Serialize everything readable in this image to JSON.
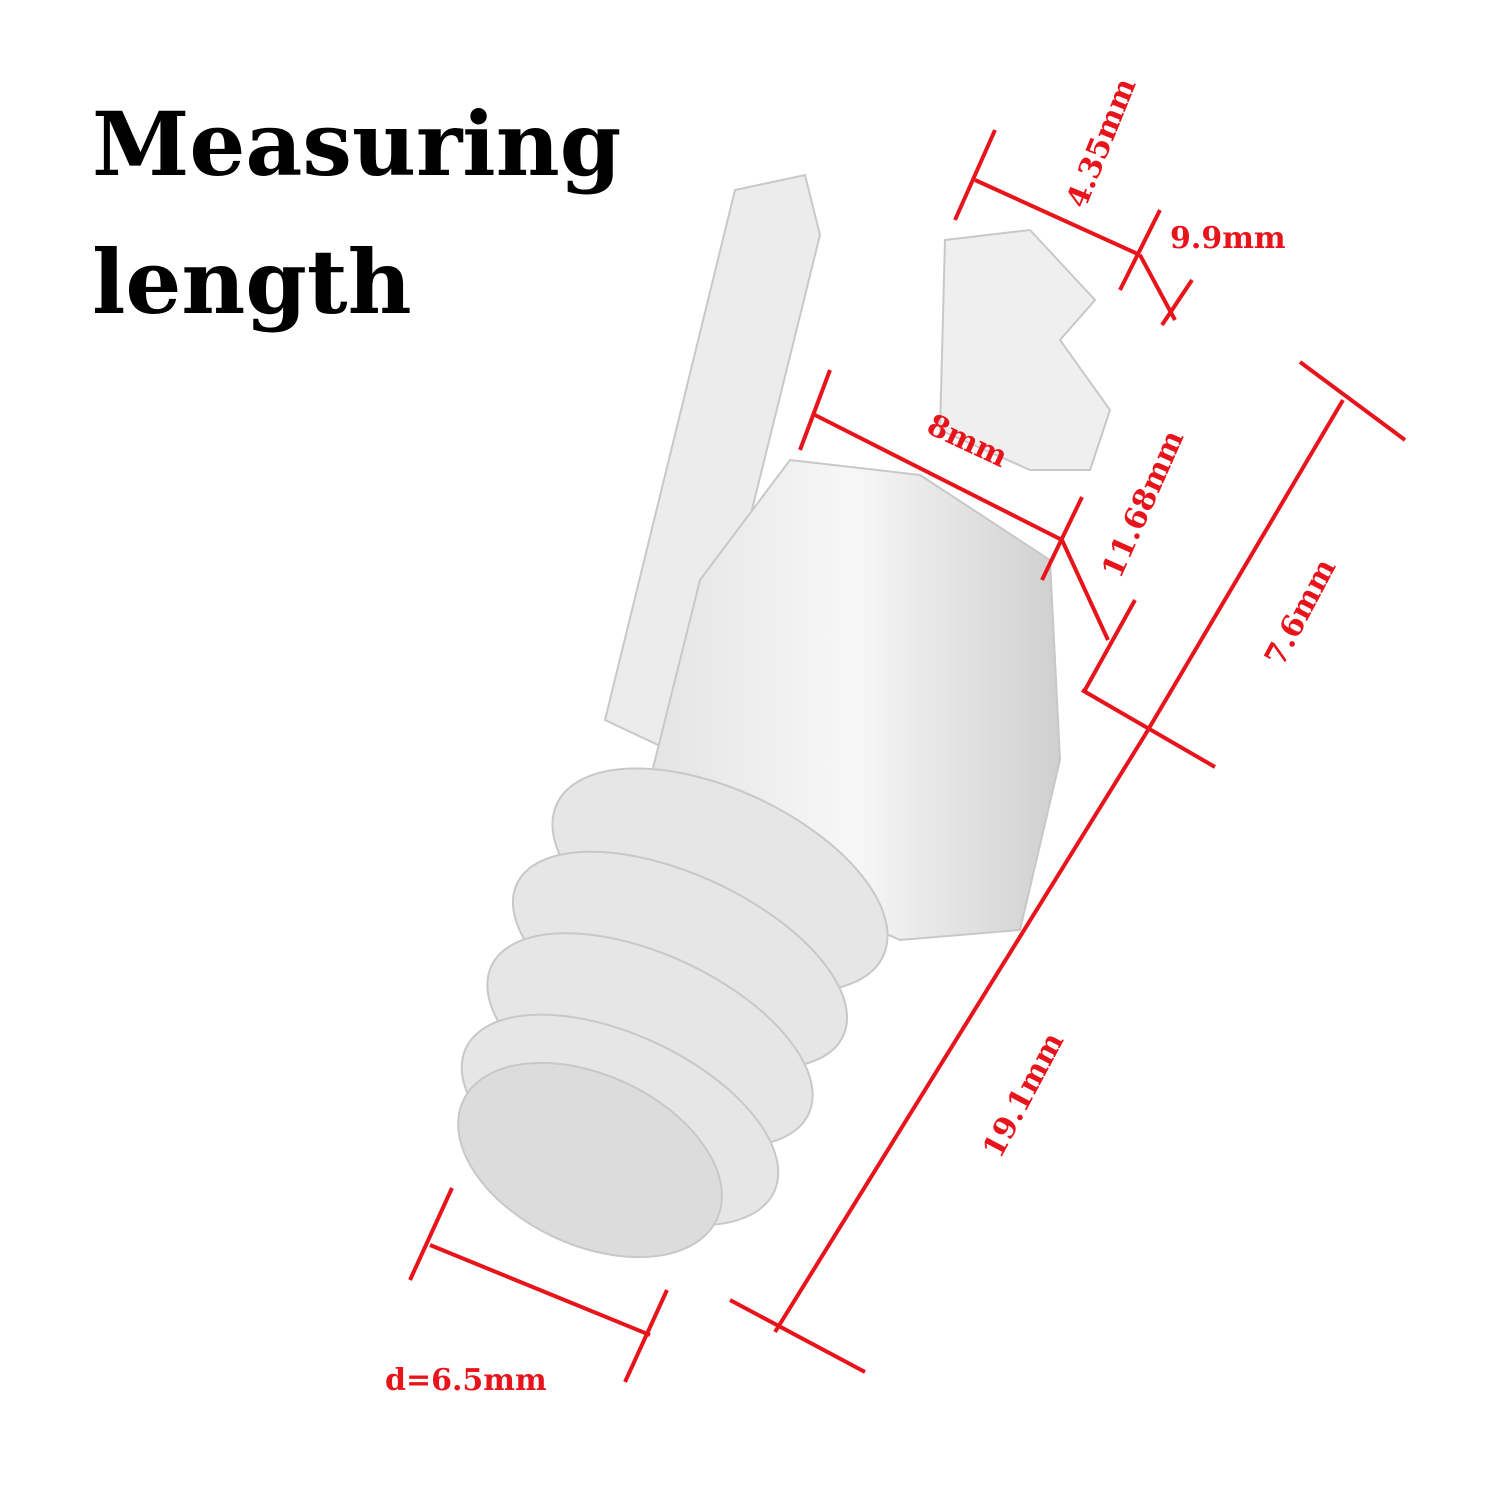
{
  "title": {
    "line1": "Measuring",
    "line2": "length"
  },
  "dimensions": {
    "latch_width": "4.35mm",
    "latch_height": "9.9mm",
    "body_width": "8mm",
    "body_height": "11.68mm",
    "head_length": "7.6mm",
    "total_length": "19.1mm",
    "diameter": "d=6.5mm"
  },
  "colors": {
    "dimension": "#e8141b",
    "title": "#000000"
  }
}
